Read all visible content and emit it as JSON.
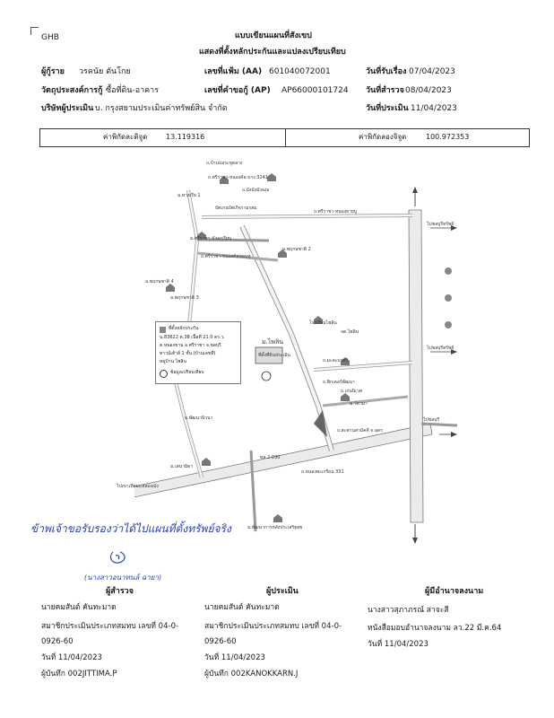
{
  "brand": "GHB",
  "header": {
    "title1": "แบบเขียนแผนที่สังเขป",
    "title2": "แสดงที่ตั้งหลักประกันและแปลงเปรียบเทียบ",
    "borrower_label": "ผู้กู้ราย",
    "borrower_value": "วรคนัย ตันโกย",
    "purpose_label": "วัตถุประสงค์การกู้",
    "purpose_value": "ซื้อที่ดิน-อาคาร",
    "appraiser_label": "บริษัทผู้ประเมิน",
    "appraiser_value": "บ. กรุงสยามประเมินค่าทรัพย์สิน จำกัด",
    "file_label": "เลขที่แฟ้ม (AA)",
    "file_value": "601040072001",
    "ap_label": "เลขที่คำขอกู้ (AP)",
    "ap_value": "AP66000101724",
    "received_label": "วันที่รับเรื่อง",
    "received_value": "07/04/2023",
    "survey_label": "วันที่สำรวจ",
    "survey_value": "08/04/2023",
    "appraisal_label": "วันที่ประเมิน",
    "appraisal_value": "11/04/2023"
  },
  "coords": {
    "lat_label": "ค่าพิกัดละติจูด",
    "lat_value": "13.119316",
    "lon_label": "ค่าพิกัดลองจิจูด",
    "lon_value": "100.972353"
  },
  "map": {
    "labels": {
      "l1": "ถ.บ้านบ่อระหูดลาง",
      "l2": "ถ.ศรีราชา-หนองค้อ-บาง 3241",
      "l3": "ถ.มังมังมังลงอ",
      "l4": "ม.ทางเรีย 1",
      "l5": "บัตเกนบัตเกิจรามรสม",
      "l6": "ถ.ศรีราชา-หนองยายบู",
      "l7": "ม.ศรีราชา-มังลงเรียน",
      "l8": "ถ.ศรีราชา-หนองค้อหอนหู",
      "l9": "ม.พฤกษชาติ 2",
      "l10": "ม.พฤกษชาติ 4",
      "l11": "ม.พฤกษชาติ 3",
      "l12": "ไปชลบุรีทรัพย์",
      "l13": "ม.ไพลิน",
      "l14": "ที่ตั้งที่ดินประเมิน",
      "l15": "โรงเรียนไพลิน",
      "l16": "ถ.มะละบายรี",
      "l17": "ไปชลบุรีทรัพย์",
      "l18": "ม.เสนามิดา",
      "l19": "ม.พัฒนานิวนา",
      "l20": "ไปชลบุรี",
      "l21": "ถ.เกนนิเวศ",
      "l22": "ม.วัดวมา",
      "l23": "ทล.2-030",
      "l24": "ไปเขาเทียมแหลมฉบัง",
      "l25": "ถ.หนองพะเกรียน 331",
      "l26": "ม.พัฒนาการหลังประเสริฐสุข",
      "l27": "ถ.สะพานสามัคคี จ.อุดร",
      "l28": "จต.ไพลิน",
      "l29": "ถ.พิกเคอร์พัฒนา"
    },
    "legend": {
      "subject": "ที่ตั้งหลักประกัน",
      "line1": "น.83622 ต.38 เนื้อที่ 21.0 ตร.ว.",
      "line2": "ต.หนองขาม อ.ศรีราชา จ.ชลบุรี",
      "line3": "ทาวน์เฮ้าส์ 1 ชั้น (บ้านเลขที่)",
      "line4": "หมู่บ้าน ไพลิน",
      "comparable": "ข้อมูลเปรียบเทียบ"
    }
  },
  "handwriting": {
    "note": "ข้าพเจ้าขอรับรองว่าได้ไปแผนที่ตั้งทรัพย์จริง",
    "sig_name": "(นางสาวอนาทนล์ ฉายา)"
  },
  "signatures": {
    "surveyor": {
      "title": "ผู้สำรวจ",
      "name": "นายคมสันต์ คันทะมาด",
      "member": "สมาชิกประเมินประเภทสมทบ เลขที่ 04-0-",
      "member2": "0926-60",
      "date": "วันที่ 11/04/2023",
      "recorder": "ผู้บันทึก 002JITTIMA.P"
    },
    "appraiser": {
      "title": "ผู้ประเมิน",
      "name": "นายคมสันต์ คันทะมาด",
      "member": "สมาชิกประเมินประเภทสมทบ เลขที่ 04-0-",
      "member2": "0926-60",
      "date": "วันที่ 11/04/2023",
      "recorder": "ผู้บันทึก 002KANOKKARN.J"
    },
    "authority": {
      "title": "ผู้มีอำนาจลงนาม",
      "name": "นางสาวสุภาภรณ์ สาจะสี",
      "power": "หนังสือมอบอำนาจลงนาม ลว.22 มี.ค.64",
      "date": "วันที่ 11/04/2023"
    }
  }
}
